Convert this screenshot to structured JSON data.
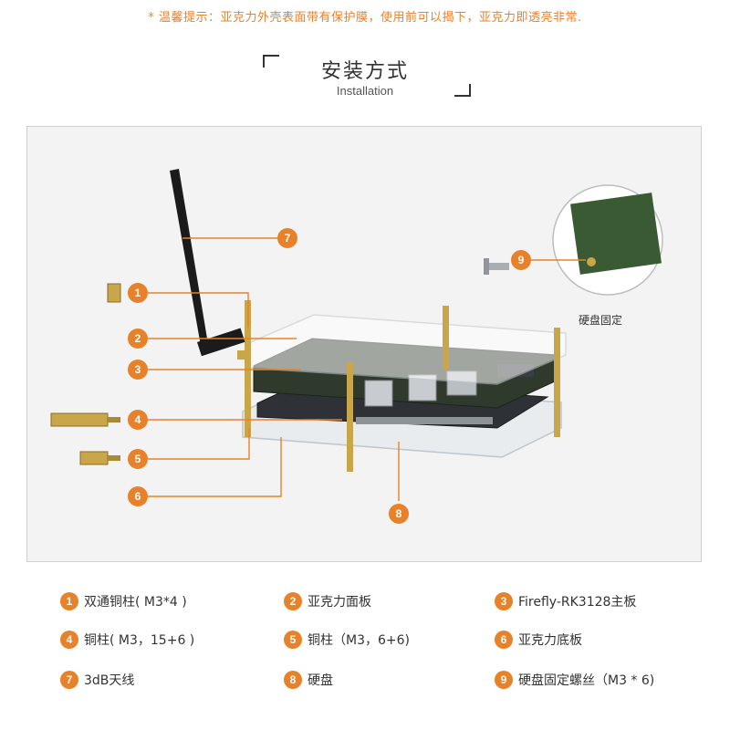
{
  "notice": "* 温馨提示：亚克力外壳表面带有保护膜，使用前可以揭下，亚克力即透亮非常.",
  "heading": {
    "title": "安装方式",
    "subtitle": "Installation"
  },
  "diagram": {
    "inset_caption": "硬盘固定",
    "callouts": [
      "1",
      "2",
      "3",
      "4",
      "5",
      "6",
      "7",
      "8",
      "9"
    ]
  },
  "legend": [
    {
      "num": "1",
      "text": "双通铜柱( M3*4 )"
    },
    {
      "num": "2",
      "text": "亚克力面板"
    },
    {
      "num": "3",
      "text": "Firefly-RK3128主板"
    },
    {
      "num": "4",
      "text": "铜柱( M3，15+6 )"
    },
    {
      "num": "5",
      "text": "铜柱（M3，6+6)"
    },
    {
      "num": "6",
      "text": "亚克力底板"
    },
    {
      "num": "7",
      "text": "3dB天线"
    },
    {
      "num": "8",
      "text": "硬盘"
    },
    {
      "num": "9",
      "text": "硬盘固定螺丝（M3 * 6)"
    }
  ],
  "colors": {
    "accent": "#e8822a",
    "brass": "#c9a64a",
    "pcb": "#2f3a2c"
  }
}
